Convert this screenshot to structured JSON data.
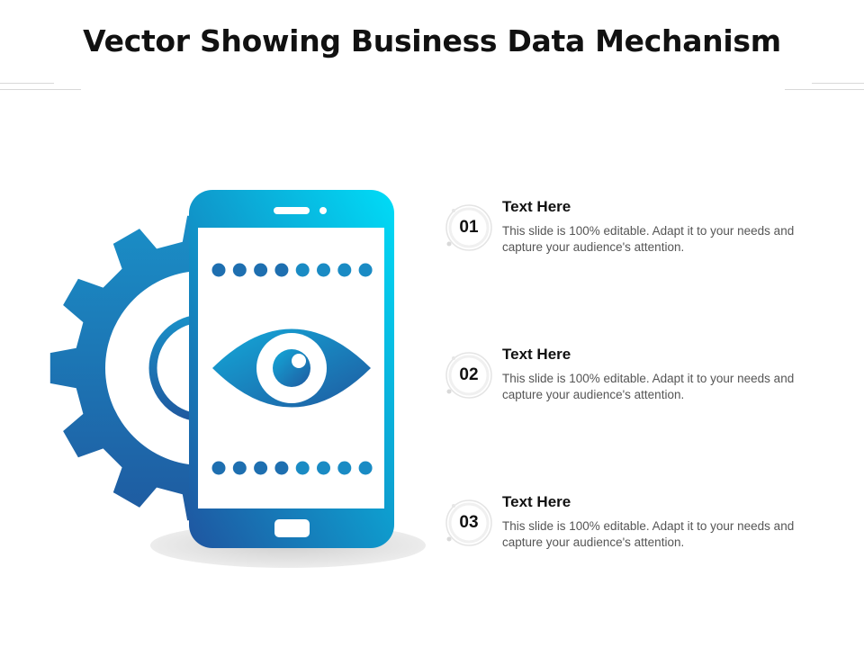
{
  "title": "Vector Showing Business Data Mechanism",
  "colors": {
    "gradient_light": "#00d9f5",
    "gradient_dark": "#1f5aa0",
    "text": "#111111",
    "muted": "#555555"
  },
  "illustration": {
    "icons": [
      "gear-icon",
      "smartphone-icon",
      "eye-icon"
    ]
  },
  "steps": [
    {
      "number": "01",
      "title": "Text Here",
      "body": "This slide is 100% editable. Adapt it to your needs and capture your audience's attention."
    },
    {
      "number": "02",
      "title": "Text Here",
      "body": "This slide is 100% editable. Adapt it to your needs and capture your audience's attention."
    },
    {
      "number": "03",
      "title": "Text Here",
      "body": "This slide is 100% editable. Adapt it to your needs and capture your audience's attention."
    }
  ]
}
